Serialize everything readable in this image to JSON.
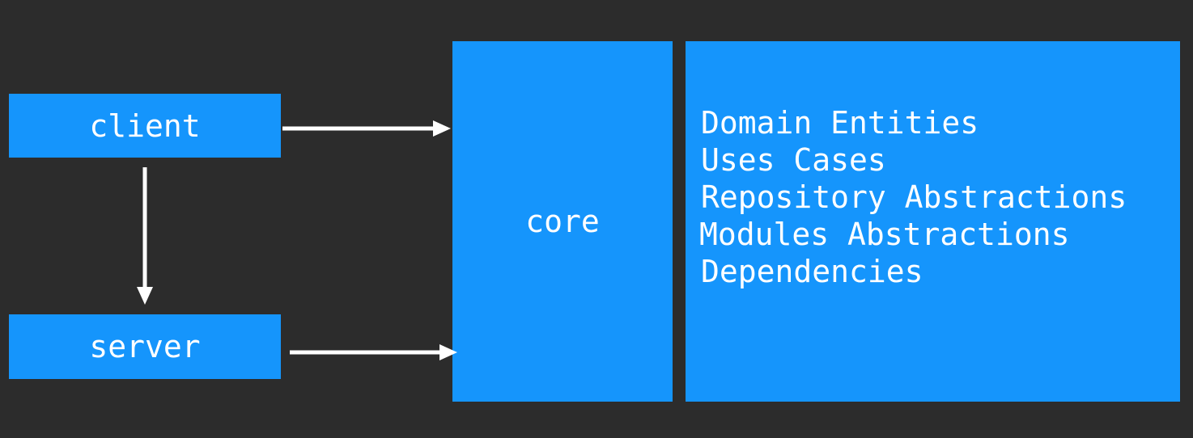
{
  "colors": {
    "background": "#2c2c2c",
    "box_fill": "#1595fc",
    "text": "#ffffff",
    "arrow": "#ffffff"
  },
  "nodes": {
    "client": "client",
    "server": "server",
    "core": "core"
  },
  "core_details": [
    "Domain Entities",
    "Uses Cases",
    "Repository Abstractions",
    "Modules Abstractions",
    "Dependencies"
  ],
  "edges": [
    {
      "from": "client",
      "to": "core"
    },
    {
      "from": "client",
      "to": "server"
    },
    {
      "from": "server",
      "to": "core"
    }
  ]
}
